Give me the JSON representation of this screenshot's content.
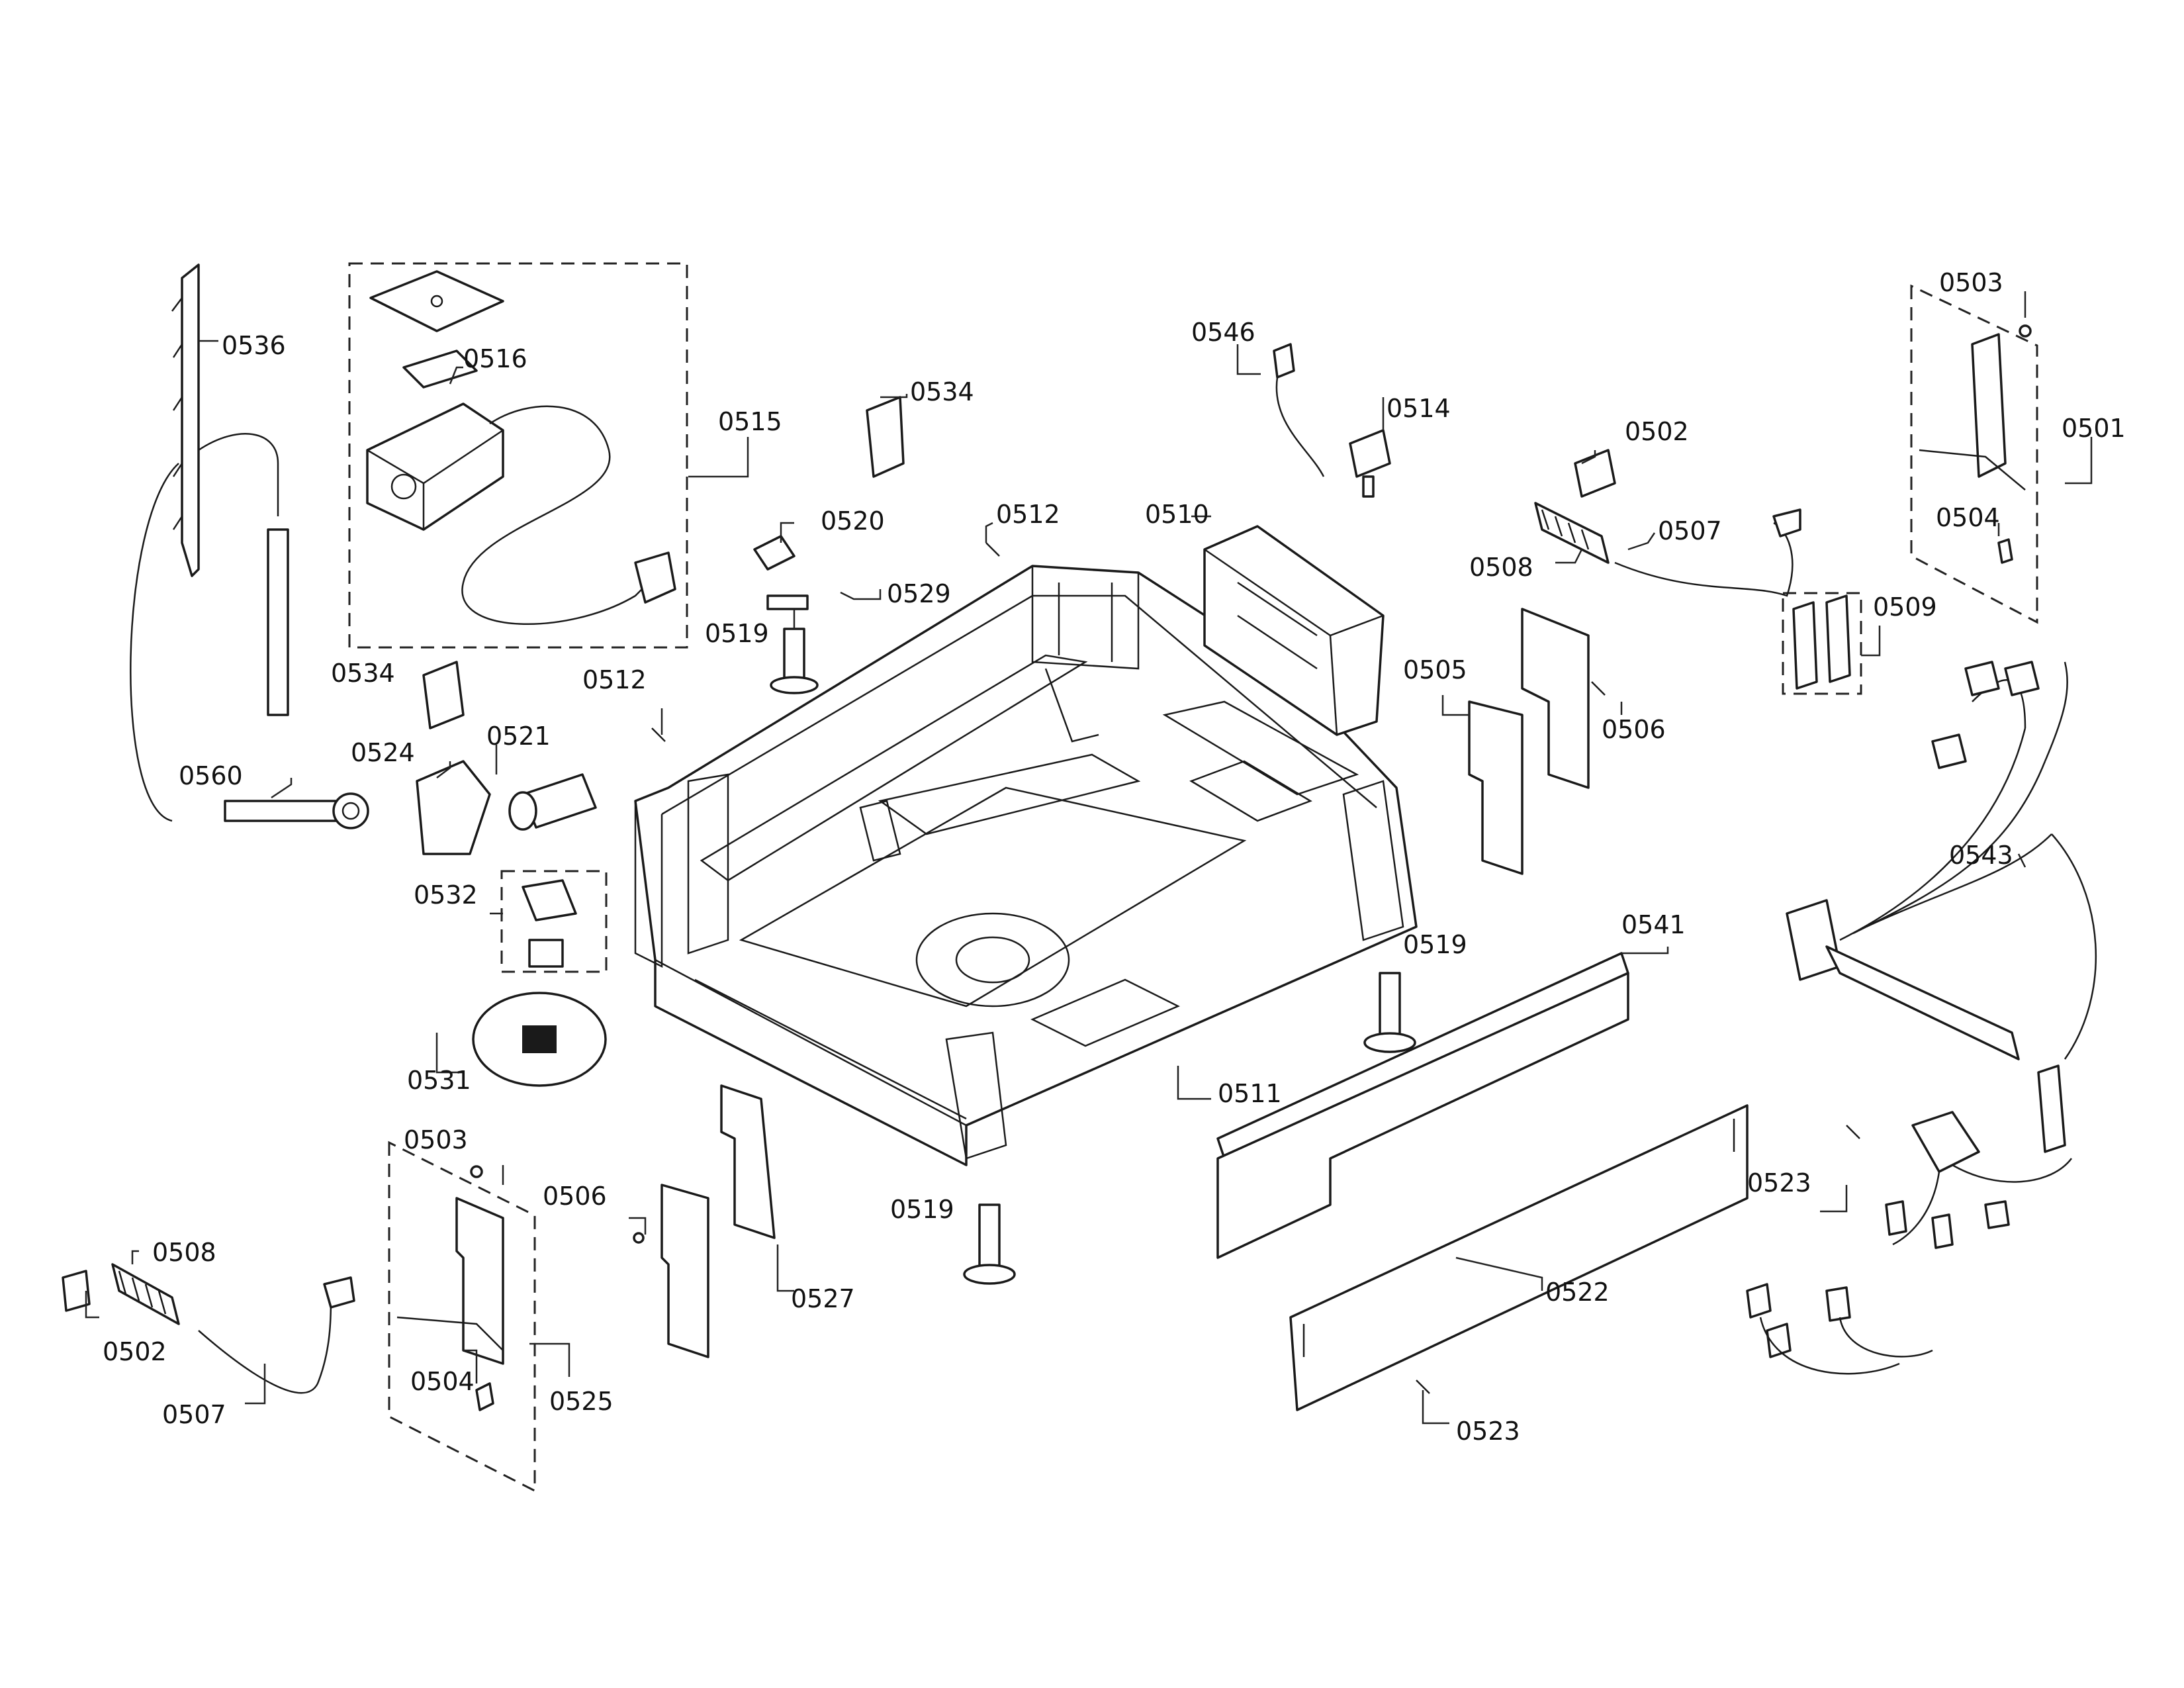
{
  "callouts": {
    "c0536": "0536",
    "c0516": "0516",
    "c0515": "0515",
    "c0534a": "0534",
    "c0534b": "0534",
    "c0520": "0520",
    "c0512a": "0512",
    "c0512b": "0512",
    "c0529": "0529",
    "c0519a": "0519",
    "c0519b": "0519",
    "c0519c": "0519",
    "c0524": "0524",
    "c0521": "0521",
    "c0560": "0560",
    "c0532": "0532",
    "c0531": "0531",
    "c0546": "0546",
    "c0514": "0514",
    "c0510": "0510",
    "c0502a": "0502",
    "c0502b": "0502",
    "c0507a": "0507",
    "c0507b": "0507",
    "c0508a": "0508",
    "c0508b": "0508",
    "c0505": "0505",
    "c0506a": "0506",
    "c0506b": "0506",
    "c0503a": "0503",
    "c0503b": "0503",
    "c0501": "0501",
    "c0504a": "0504",
    "c0504b": "0504",
    "c0509": "0509",
    "c0543": "0543",
    "c0541": "0541",
    "c0511": "0511",
    "c0523a": "0523",
    "c0523b": "0523",
    "c0522": "0522",
    "c0527": "0527",
    "c0525": "0525"
  }
}
